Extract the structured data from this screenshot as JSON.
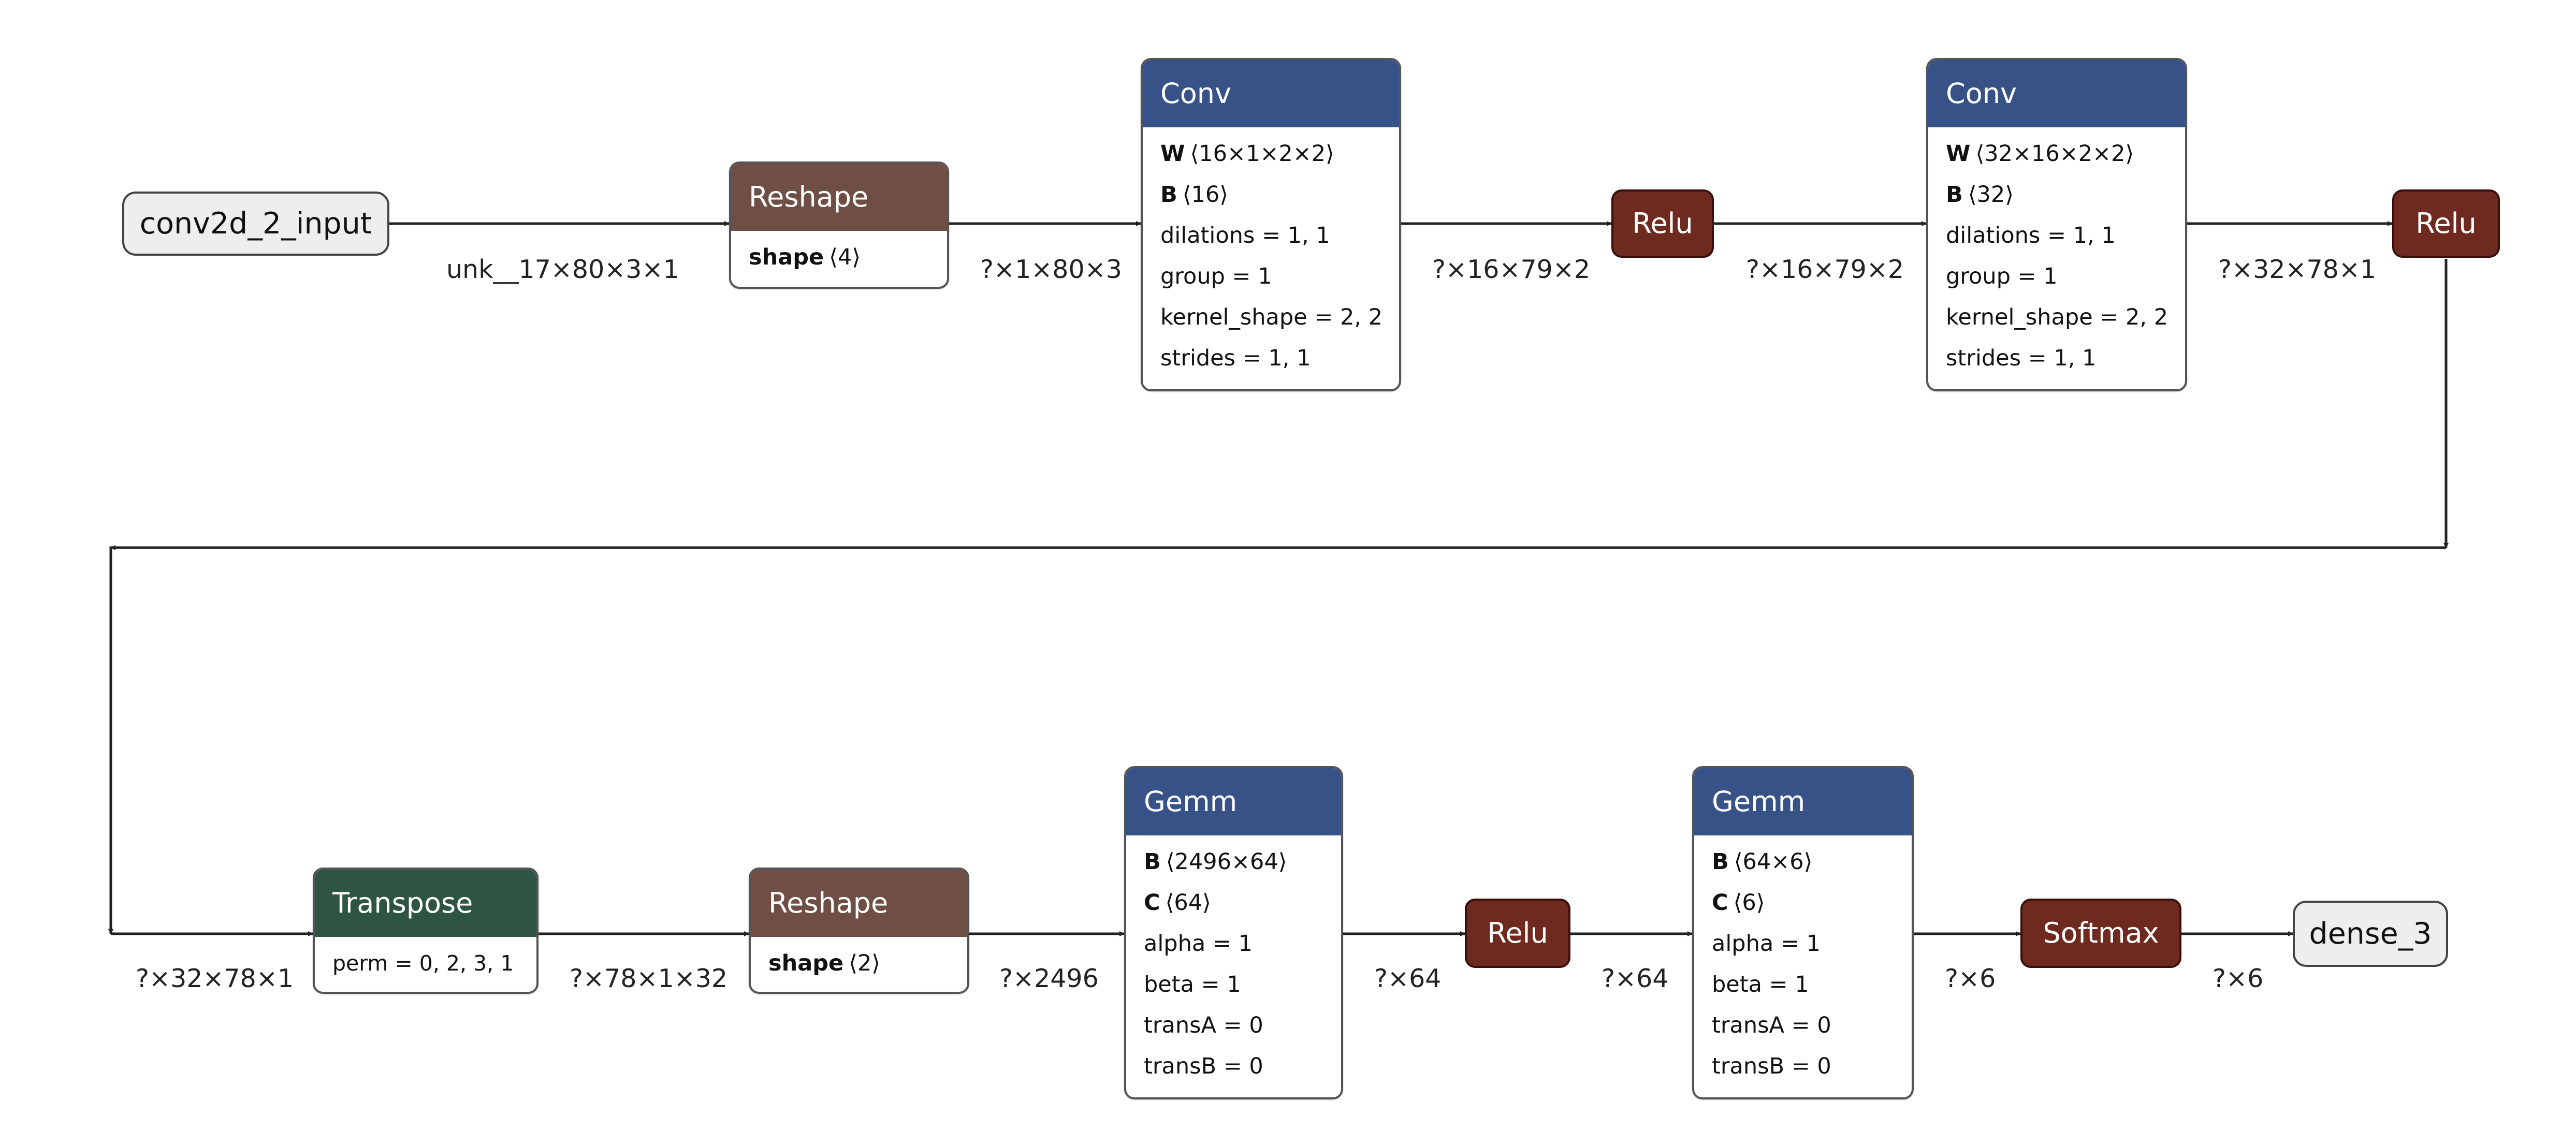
{
  "colors": {
    "conv_header": "#375287",
    "reshape_header": "#6e4e45",
    "relu_fill": "#6f2a20",
    "transpose_header": "#2e5541",
    "gemm_header": "#375287",
    "softmax_fill": "#6f2a20",
    "edge": "#222222"
  },
  "inputs": {
    "conv2d_2_input": "conv2d_2_input"
  },
  "outputs": {
    "dense_3": "dense_3"
  },
  "nodes": {
    "reshape1": {
      "title": "Reshape",
      "attr_name": "shape",
      "attr_shape": "⟨4⟩"
    },
    "conv1": {
      "title": "Conv",
      "w_name": "W",
      "w_shape": "⟨16×1×2×2⟩",
      "b_name": "B",
      "b_shape": "⟨16⟩",
      "attrs": [
        "dilations = 1, 1",
        "group = 1",
        "kernel_shape = 2, 2",
        "strides = 1, 1"
      ]
    },
    "relu1": {
      "title": "Relu"
    },
    "conv2": {
      "title": "Conv",
      "w_name": "W",
      "w_shape": "⟨32×16×2×2⟩",
      "b_name": "B",
      "b_shape": "⟨32⟩",
      "attrs": [
        "dilations = 1, 1",
        "group = 1",
        "kernel_shape = 2, 2",
        "strides = 1, 1"
      ]
    },
    "relu2": {
      "title": "Relu"
    },
    "transpose": {
      "title": "Transpose",
      "attrs": [
        "perm = 0, 2, 3, 1"
      ]
    },
    "reshape2": {
      "title": "Reshape",
      "attr_name": "shape",
      "attr_shape": "⟨2⟩"
    },
    "gemm1": {
      "title": "Gemm",
      "b_name": "B",
      "b_shape": "⟨2496×64⟩",
      "c_name": "C",
      "c_shape": "⟨64⟩",
      "attrs": [
        "alpha = 1",
        "beta = 1",
        "transA = 0",
        "transB = 0"
      ]
    },
    "relu3": {
      "title": "Relu"
    },
    "gemm2": {
      "title": "Gemm",
      "b_name": "B",
      "b_shape": "⟨64×6⟩",
      "c_name": "C",
      "c_shape": "⟨6⟩",
      "attrs": [
        "alpha = 1",
        "beta = 1",
        "transA = 0",
        "transB = 0"
      ]
    },
    "softmax": {
      "title": "Softmax"
    }
  },
  "edge_labels": {
    "input_to_reshape1": "unk__17×80×3×1",
    "reshape1_to_conv1": "?×1×80×3",
    "conv1_to_relu1": "?×16×79×2",
    "relu1_to_conv2": "?×16×79×2",
    "conv2_to_relu2": "?×32×78×1",
    "relu2_to_transpose": "?×32×78×1",
    "transpose_to_reshape2": "?×78×1×32",
    "reshape2_to_gemm1": "?×2496",
    "gemm1_to_relu3": "?×64",
    "relu3_to_gemm2": "?×64",
    "gemm2_to_softmax": "?×6",
    "softmax_to_output": "?×6"
  }
}
